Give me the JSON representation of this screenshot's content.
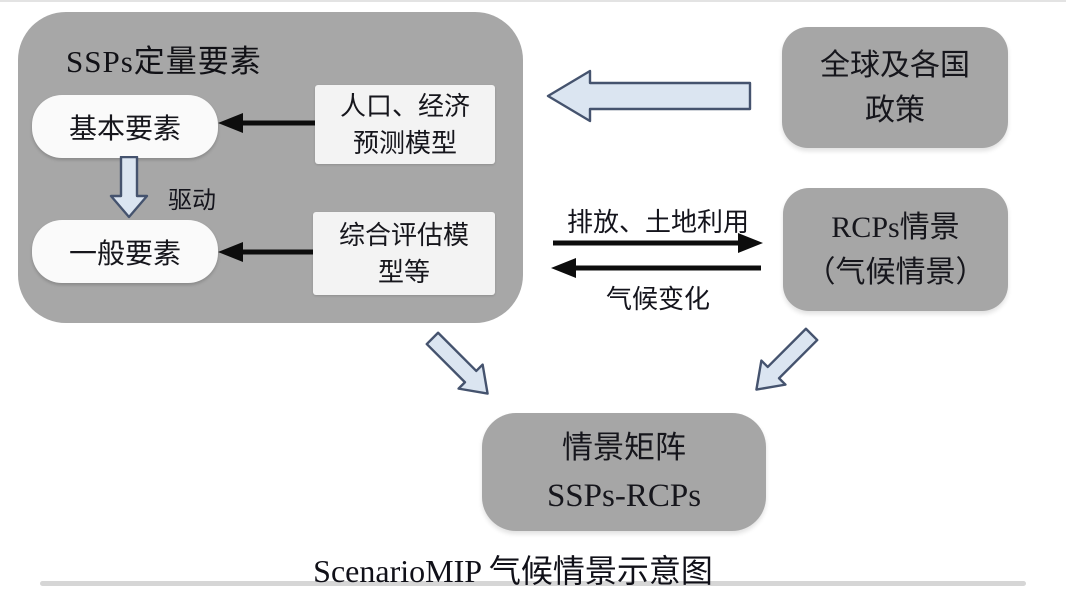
{
  "diagram": {
    "ssps": {
      "title": "SSPs定量要素",
      "basic_box": "基本要素",
      "general_box": "一般要素",
      "pop_model": [
        "人口、经济",
        "预测模型"
      ],
      "iam_model": [
        "综合评估模",
        "型等"
      ],
      "drive_label": "驱动"
    },
    "policy_box": [
      "全球及各国",
      "政策"
    ],
    "rcps_box": [
      "RCPs情景",
      "（气候情景）"
    ],
    "flow_labels": {
      "emissions": "排放、土地利用",
      "climate_change": "气候变化"
    },
    "matrix_box": [
      "情景矩阵",
      "SSPs-RCPs"
    ],
    "caption": "ScenarioMIP 气候情景示意图"
  },
  "colors": {
    "node_gray": "#a6a6a6",
    "white_box": "#f5f5f5",
    "blue_arrow_fill": "#dbe5f1",
    "blue_arrow_stroke": "#45536e",
    "black_arrow": "#0d0d0d"
  }
}
